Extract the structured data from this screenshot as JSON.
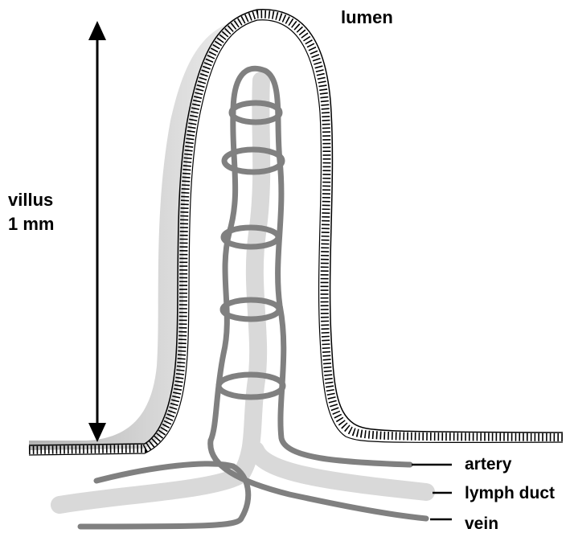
{
  "labels": {
    "lumen": "lumen",
    "villus_line1": "villus",
    "villus_line2": "1 mm",
    "artery": "artery",
    "lymph_duct": "lymph duct",
    "vein": "vein"
  },
  "colors": {
    "vessel": "#808080",
    "lymph": "#d9d9d9",
    "shade": "#a6a6a6",
    "outline": "#000000"
  }
}
